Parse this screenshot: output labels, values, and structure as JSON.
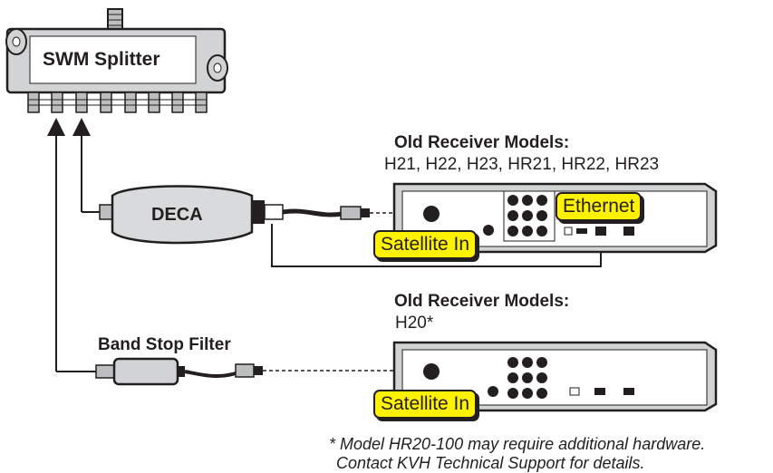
{
  "splitter": {
    "label": "SWM Splitter"
  },
  "deca": {
    "label": "DECA"
  },
  "band_stop": {
    "label": "Band Stop Filter"
  },
  "receiver_top": {
    "heading": "Old Receiver Models:",
    "models": "H21, H22, H23, HR21, HR22, HR23",
    "callout_satellite": "Satellite In",
    "callout_ethernet": "Ethernet"
  },
  "receiver_bottom": {
    "heading": "Old Receiver Models:",
    "models": "H20*",
    "callout_satellite": "Satellite In"
  },
  "footnote": {
    "line1": "* Model HR20-100 may require additional hardware.",
    "line2": "Contact KVH Technical Support for details."
  },
  "colors": {
    "callout": "#fff200",
    "outline": "#231f20",
    "device_fill": "#d1d3d4",
    "deca_fill": "#d9dadb"
  }
}
